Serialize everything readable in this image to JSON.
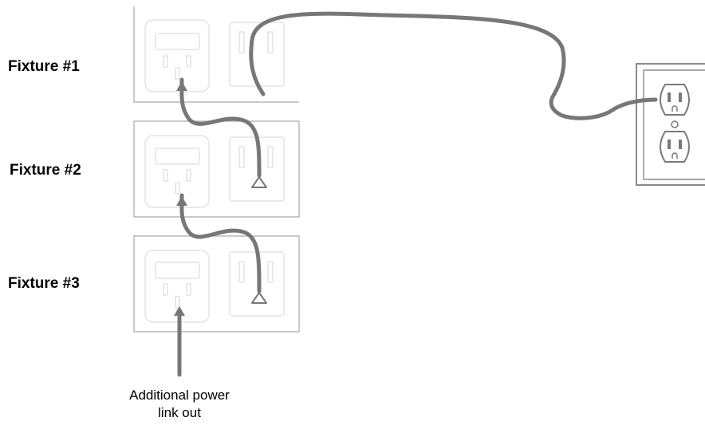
{
  "fixtures": [
    {
      "label": "Fixture #1"
    },
    {
      "label": "Fixture #2"
    },
    {
      "label": "Fixture #3"
    }
  ],
  "annotation": {
    "line1": "Additional power",
    "line2": "link out"
  },
  "colors": {
    "cable": "#777777",
    "panel_border": "#a9a9a9",
    "faint_detail": "#e4e4e4",
    "wall_plate": "#8a8a8a"
  }
}
